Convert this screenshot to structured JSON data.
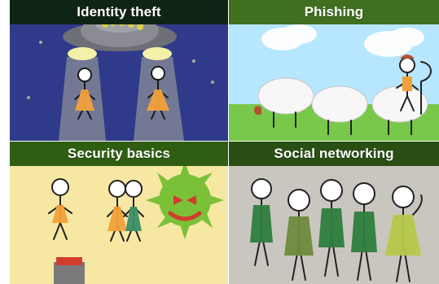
{
  "tiles": [
    {
      "id": "identity-theft",
      "title": "Identity theft"
    },
    {
      "id": "phishing",
      "title": "Phishing"
    },
    {
      "id": "security-basics",
      "title": "Security basics"
    },
    {
      "id": "social-networking",
      "title": "Social networking"
    }
  ],
  "colors": {
    "identity_bg": "#2f3a8a",
    "phishing_sky": "#b7e6ff",
    "phishing_grass": "#78c84a",
    "security_bg": "#f6e7a2",
    "social_bg": "#d8d6cf",
    "title_green": "#2f5e12"
  }
}
